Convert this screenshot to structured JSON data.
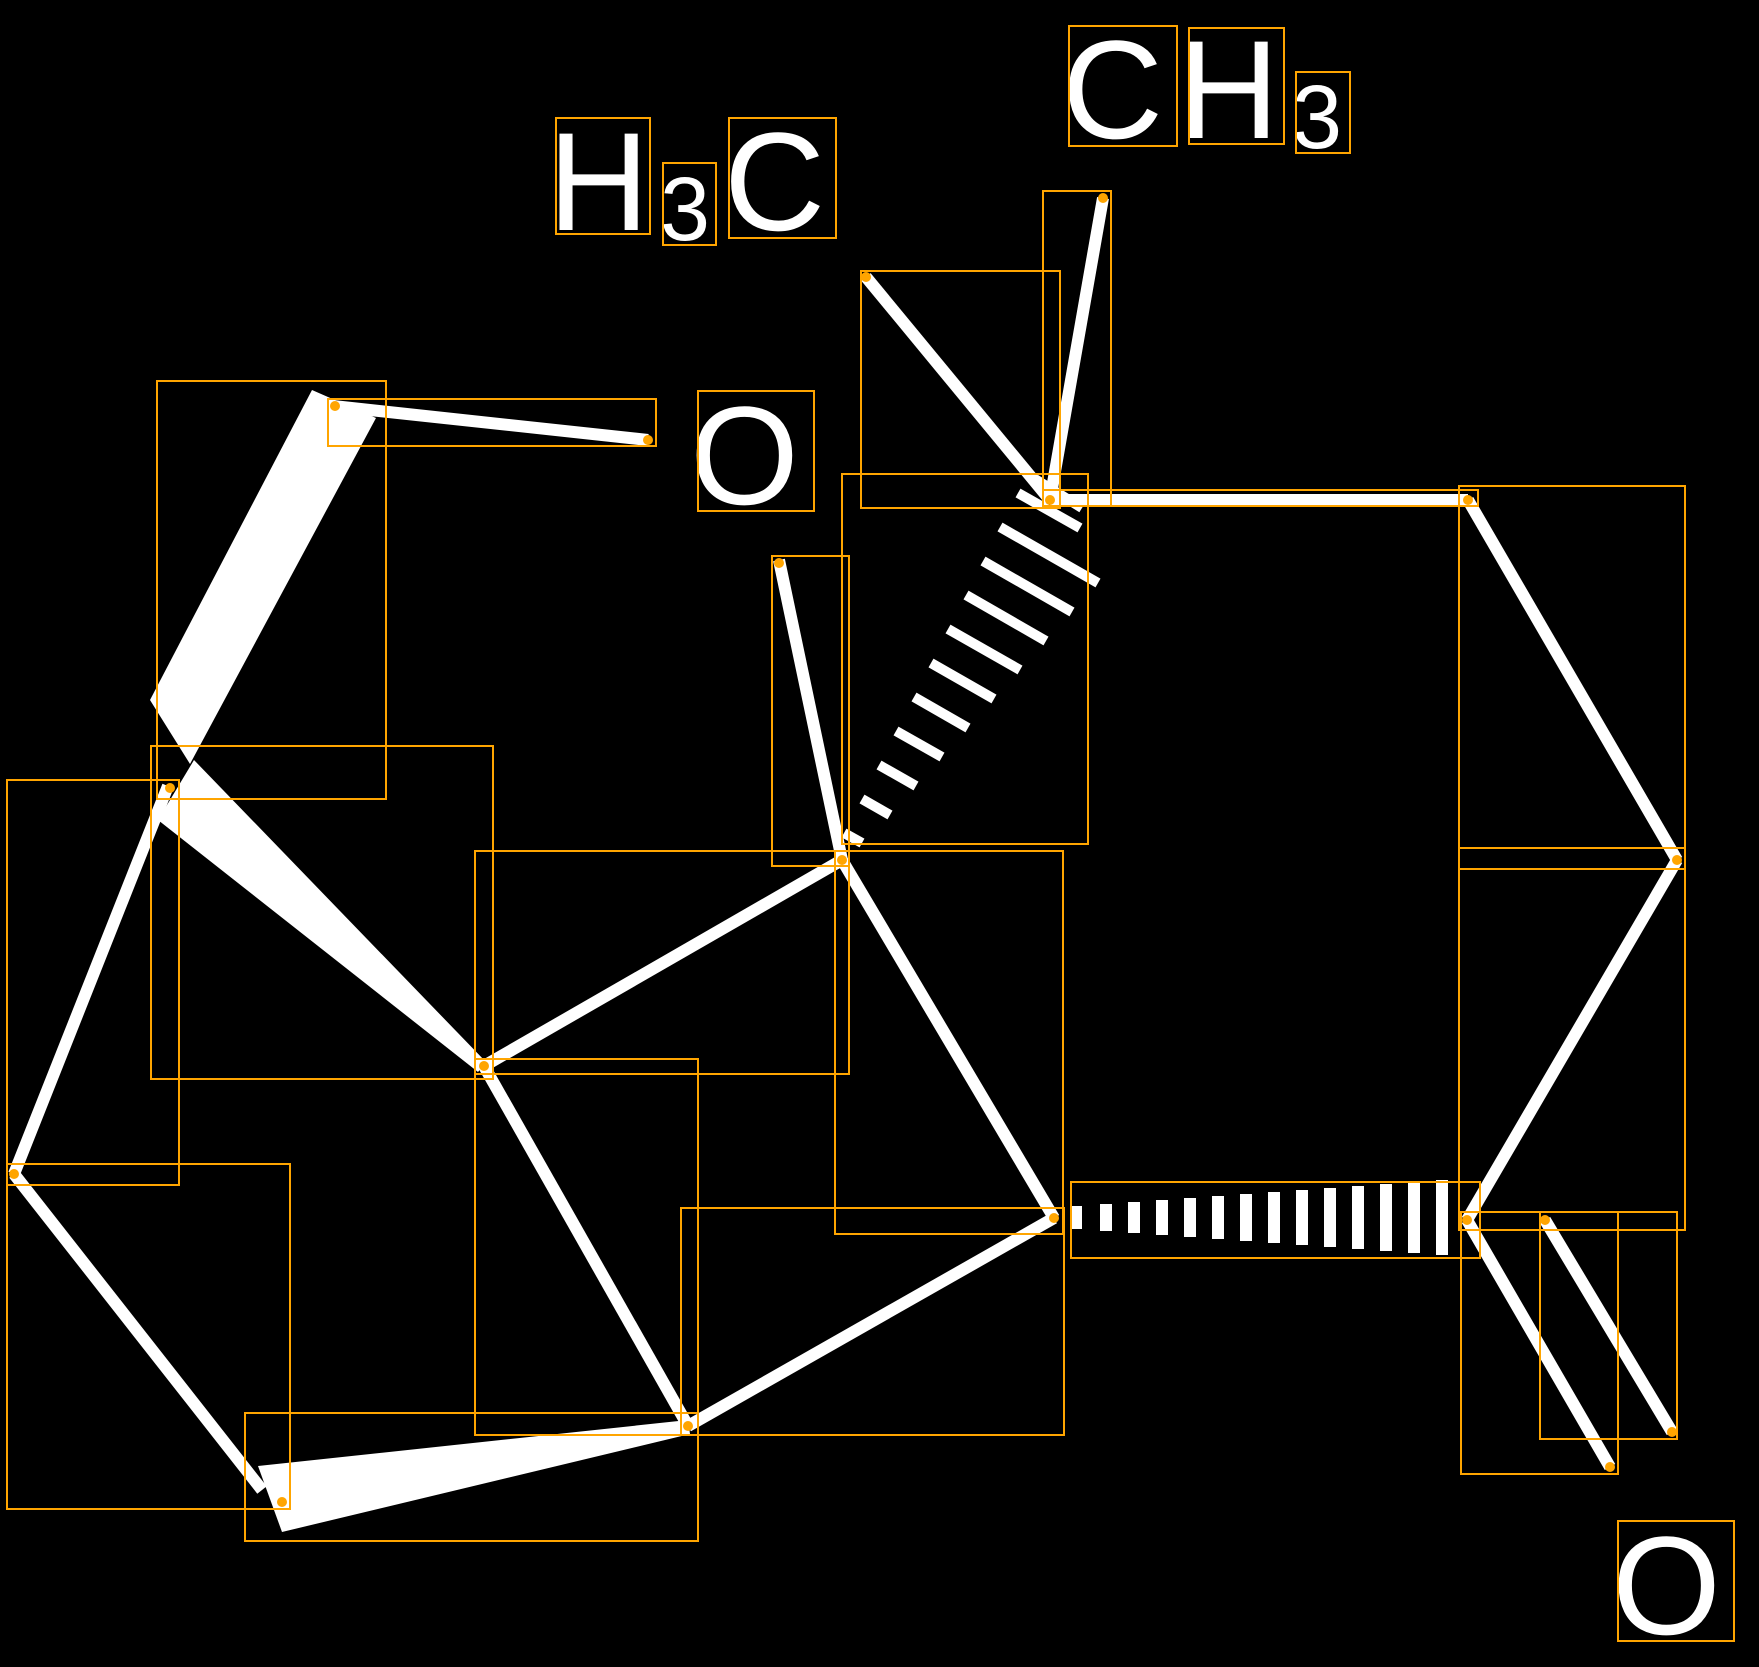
{
  "labels": {
    "h3c_H": "H",
    "h3c_3": "3",
    "h3c_C": "C",
    "ch3_C": "C",
    "ch3_H": "H",
    "ch3_3": "3",
    "o_top": "O",
    "o_bottom": "O"
  },
  "colors": {
    "background": "#000000",
    "structure": "#ffffff",
    "annotation": "#FFA500"
  }
}
